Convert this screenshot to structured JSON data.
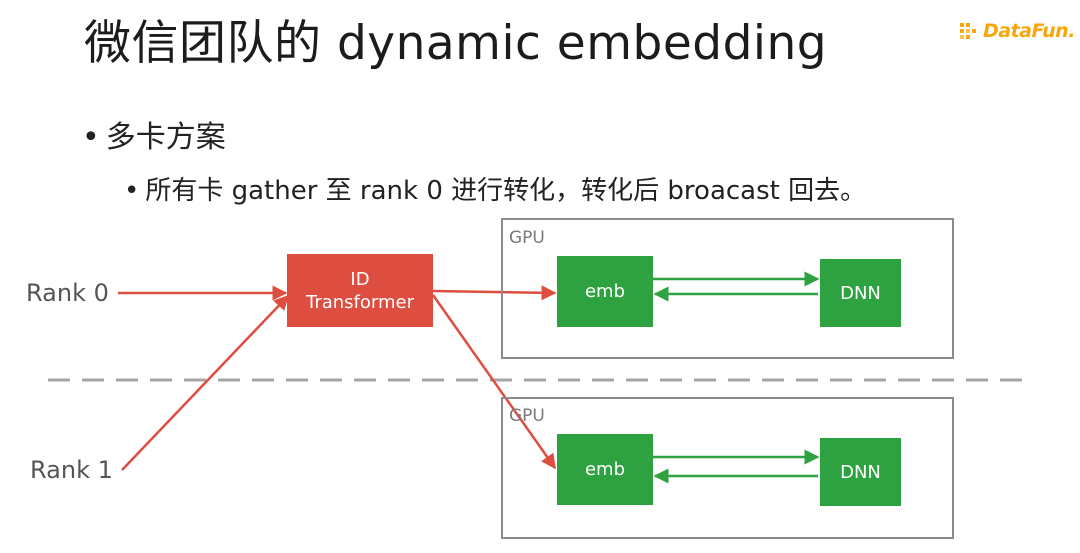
{
  "title": "微信团队的 dynamic embedding",
  "logo": {
    "text": "DataFun.",
    "color": "#f7a70d"
  },
  "bullets": {
    "level1": "多卡方案",
    "level2": "所有卡 gather 至 rank 0 进行转化，转化后 broacast 回去。",
    "marker": "•"
  },
  "diagram": {
    "ranks": [
      "Rank 0",
      "Rank 1"
    ],
    "transformer": {
      "line1": "ID",
      "line2": "Transformer"
    },
    "gpus": [
      {
        "label": "GPU",
        "emb": "emb",
        "dnn": "DNN"
      },
      {
        "label": "GPU",
        "emb": "emb",
        "dnn": "DNN"
      }
    ],
    "colors": {
      "red": "#de4e40",
      "green": "#2ea241",
      "gray": "#8c8c8c",
      "dash": "#a6a6a6"
    }
  }
}
